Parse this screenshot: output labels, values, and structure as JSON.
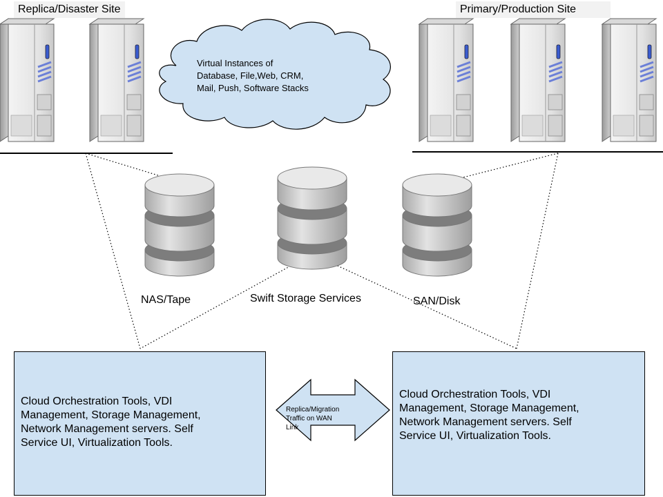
{
  "sites": {
    "replica": "Replica/Disaster Site",
    "primary": "Primary/Production Site"
  },
  "cloud": {
    "lines": [
      "Virtual Instances of",
      "Database, File,Web, CRM,",
      "Mail, Push, Software Stacks"
    ]
  },
  "storage": {
    "nas": "NAS/Tape",
    "swift": "Swift Storage Services",
    "san": "SAN/Disk"
  },
  "left_box": {
    "lines": [
      "Cloud Orchestration Tools, VDI",
      "Management, Storage Management,",
      "Network Management servers. Self",
      "Service UI, Virtualization Tools."
    ]
  },
  "right_box": {
    "lines": [
      "Cloud Orchestration Tools, VDI",
      "Management, Storage Management,",
      "Network Management servers. Self",
      "Service UI, Virtualization Tools."
    ]
  },
  "wan_arrow": {
    "lines": [
      "Replica/Migration",
      "Traffic on WAN",
      "Link"
    ]
  },
  "colors": {
    "box_fill": "#cfe2f3",
    "cloud_fill": "#cfe2f3",
    "server_body": "#e6e6e6",
    "server_side": "#b8b8b8",
    "server_stripes": "#6b7fd7",
    "disk_gray": "#bdbdbd"
  }
}
